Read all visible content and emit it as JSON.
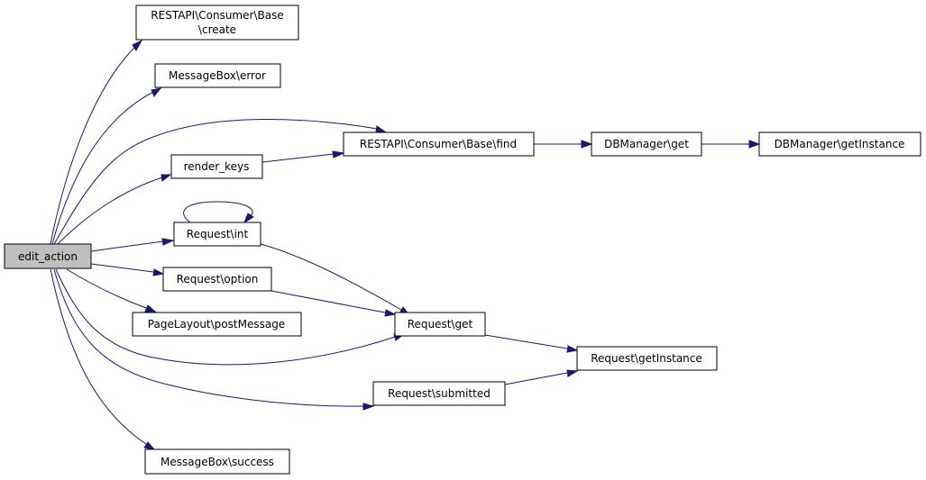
{
  "graph": {
    "colors": {
      "edge": "#191970",
      "node_border": "#000000",
      "root_fill": "#bfbfbf",
      "node_fill": "#ffffff"
    },
    "nodes": {
      "edit_action": {
        "label": "edit_action"
      },
      "restapi_create": {
        "label_line1": "RESTAPI\\Consumer\\Base",
        "label_line2": "\\create"
      },
      "messagebox_error": {
        "label": "MessageBox\\error"
      },
      "restapi_find": {
        "label": "RESTAPI\\Consumer\\Base\\find"
      },
      "dbmanager_get": {
        "label": "DBManager\\get"
      },
      "dbmanager_getinstance": {
        "label": "DBManager\\getInstance"
      },
      "render_keys": {
        "label": "render_keys"
      },
      "request_int": {
        "label": "Request\\int"
      },
      "request_option": {
        "label": "Request\\option"
      },
      "pagelayout_postmessage": {
        "label": "PageLayout\\postMessage"
      },
      "request_get": {
        "label": "Request\\get"
      },
      "request_getinstance": {
        "label": "Request\\getInstance"
      },
      "request_submitted": {
        "label": "Request\\submitted"
      },
      "messagebox_success": {
        "label": "MessageBox\\success"
      }
    }
  }
}
